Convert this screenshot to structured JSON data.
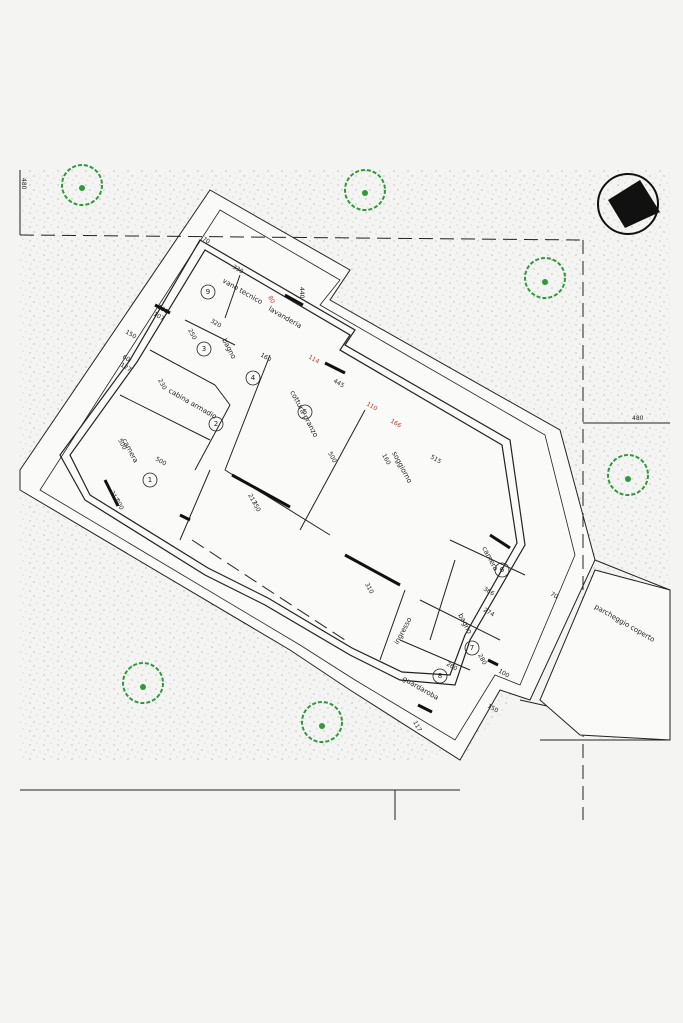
{
  "rooms": [
    {
      "num": "1",
      "name": "camera"
    },
    {
      "num": "2",
      "name": "cabina armadio"
    },
    {
      "num": "3",
      "name": "bagno"
    },
    {
      "num": "4",
      "name": ""
    },
    {
      "num": "5",
      "name": "cottura-pranzo"
    },
    {
      "num": "6",
      "name": "camera"
    },
    {
      "num": "7",
      "name": "bagno"
    },
    {
      "num": "8",
      "name": "guardaroba"
    },
    {
      "num": "9",
      "name": "vano tecnico"
    }
  ],
  "labels": {
    "lavanderia": "lavanderia",
    "soggiorno": "soggiorno",
    "ingresso": "ingresso",
    "parcheggio": "parcheggio coperto"
  },
  "dimensions": {
    "d480_top": "480",
    "d480_right": "480",
    "d70_top": "70",
    "d330": "330",
    "d100": "100",
    "d107": "107",
    "d150": "150",
    "d250": "250",
    "d320": "320",
    "d230": "230",
    "d160": "160",
    "d440": "440",
    "d60": "60",
    "d127": "127",
    "d445": "445",
    "d500a": "500",
    "d500b": "500",
    "d200": "200",
    "d217a": "217",
    "d217b": "217",
    "d350": "350",
    "d160b": "160",
    "d515": "515",
    "d500c": "500",
    "d310": "310",
    "d366": "366",
    "d274": "274",
    "d100b": "100",
    "d280": "280",
    "d260": "260",
    "d150b": "150",
    "d117": "117",
    "d70b": "70"
  },
  "red_dimensions": {
    "r1": "80",
    "r2": "114",
    "r3": "110",
    "r4": "166"
  },
  "colors": {
    "background": "#f4f4f2",
    "wall": "#1a1a1a",
    "tree": "#2e9a3a",
    "red_dimension": "#c0392b"
  },
  "icons": {
    "north_arrow": "north-arrow-icon",
    "tree": "tree-icon"
  }
}
